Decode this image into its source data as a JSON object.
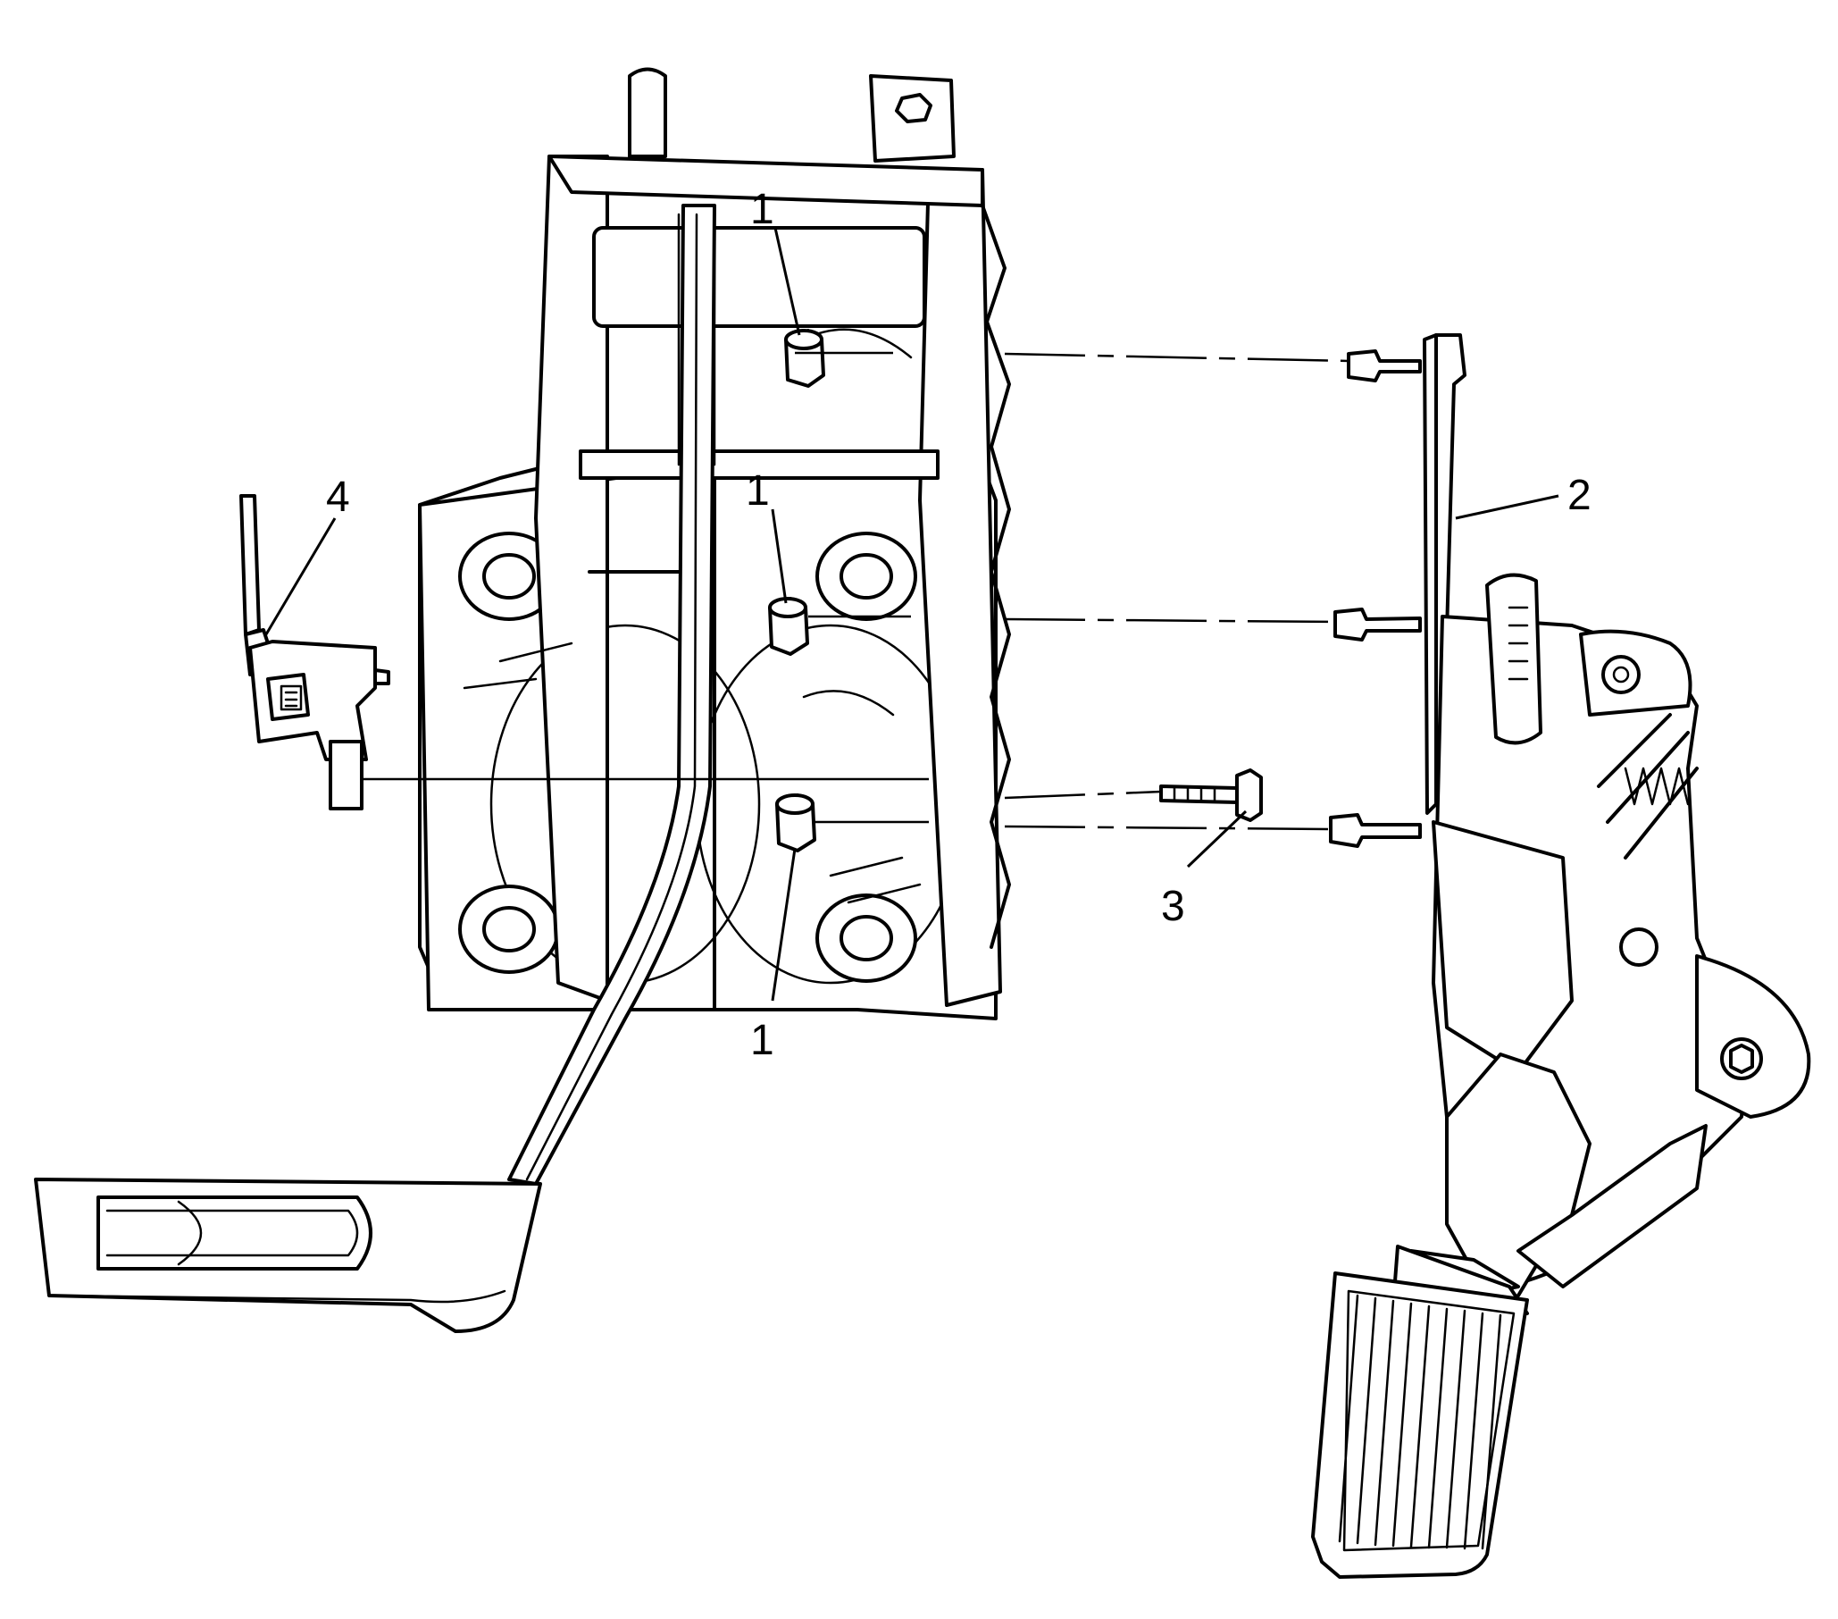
{
  "callouts": {
    "c1_top": "1",
    "c1_middle": "1",
    "c1_bottom": "1",
    "c2": "2",
    "c3": "3",
    "c4": "4"
  }
}
